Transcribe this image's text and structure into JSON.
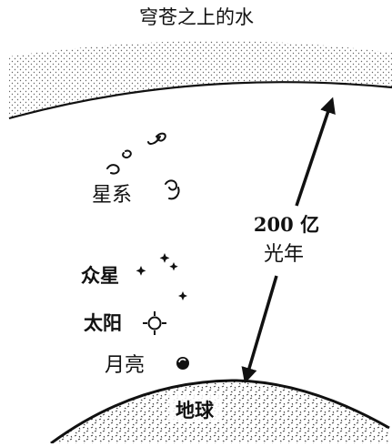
{
  "labels": {
    "heaven_water": "穹苍之上的水",
    "galaxies": "星系",
    "distance_value": "200 亿",
    "distance_unit": "光年",
    "planets": "众星",
    "sun": "太阳",
    "moon": "月亮",
    "earth": "地球"
  },
  "colors": {
    "ink": "#111111",
    "background": "#ffffff"
  }
}
